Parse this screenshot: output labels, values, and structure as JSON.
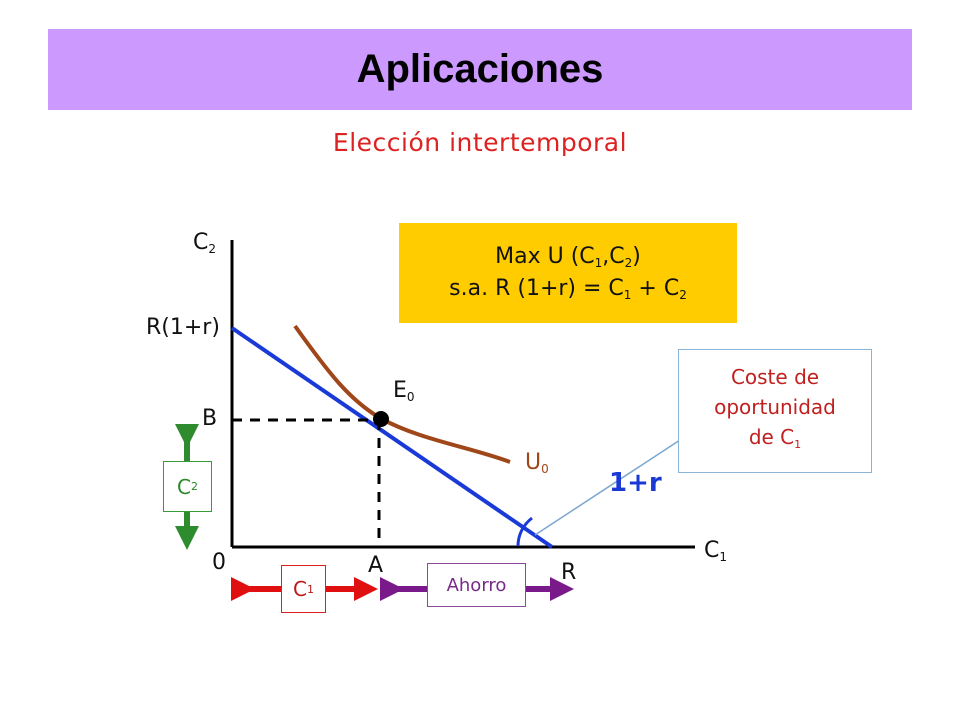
{
  "header": {
    "title": "Aplicaciones"
  },
  "subtitle": "Elección intertemporal",
  "axes": {
    "y_label": "C",
    "y_label_sub": "2",
    "x_label": "C",
    "x_label_sub": "1",
    "origin": "0"
  },
  "points": {
    "y_intercept": "R(1+r)",
    "B": "B",
    "A": "A",
    "R": "R",
    "equilibrium": "E",
    "equilibrium_sub": "0",
    "indifference": "U",
    "indifference_sub": "0",
    "slope": "1+r"
  },
  "formula": {
    "line1_pre": "Max U (C",
    "line1_s1": "1",
    "line1_mid": ",C",
    "line1_s2": "2",
    "line1_post": ")",
    "line2_pre": "s.a. R (1+r) = C",
    "line2_s1": "1",
    "line2_mid": " + C",
    "line2_s2": "2"
  },
  "callout": {
    "line1": "Coste de",
    "line2": "oportunidad",
    "line3": "de C",
    "line3_sub": "1"
  },
  "arrows": {
    "c2_label": "C",
    "c2_sub": "2",
    "c1_label": "C",
    "c1_sub": "1",
    "ahorro_label": "Ahorro"
  },
  "colors": {
    "banner": "#cc99ff",
    "budget_line": "#1a3ad8",
    "indifference_curve": "#a0471a",
    "formula_box": "#ffcc00",
    "green_arrow": "#2e8b2e",
    "red_arrow": "#e01010",
    "purple_arrow": "#7a1a8a"
  }
}
